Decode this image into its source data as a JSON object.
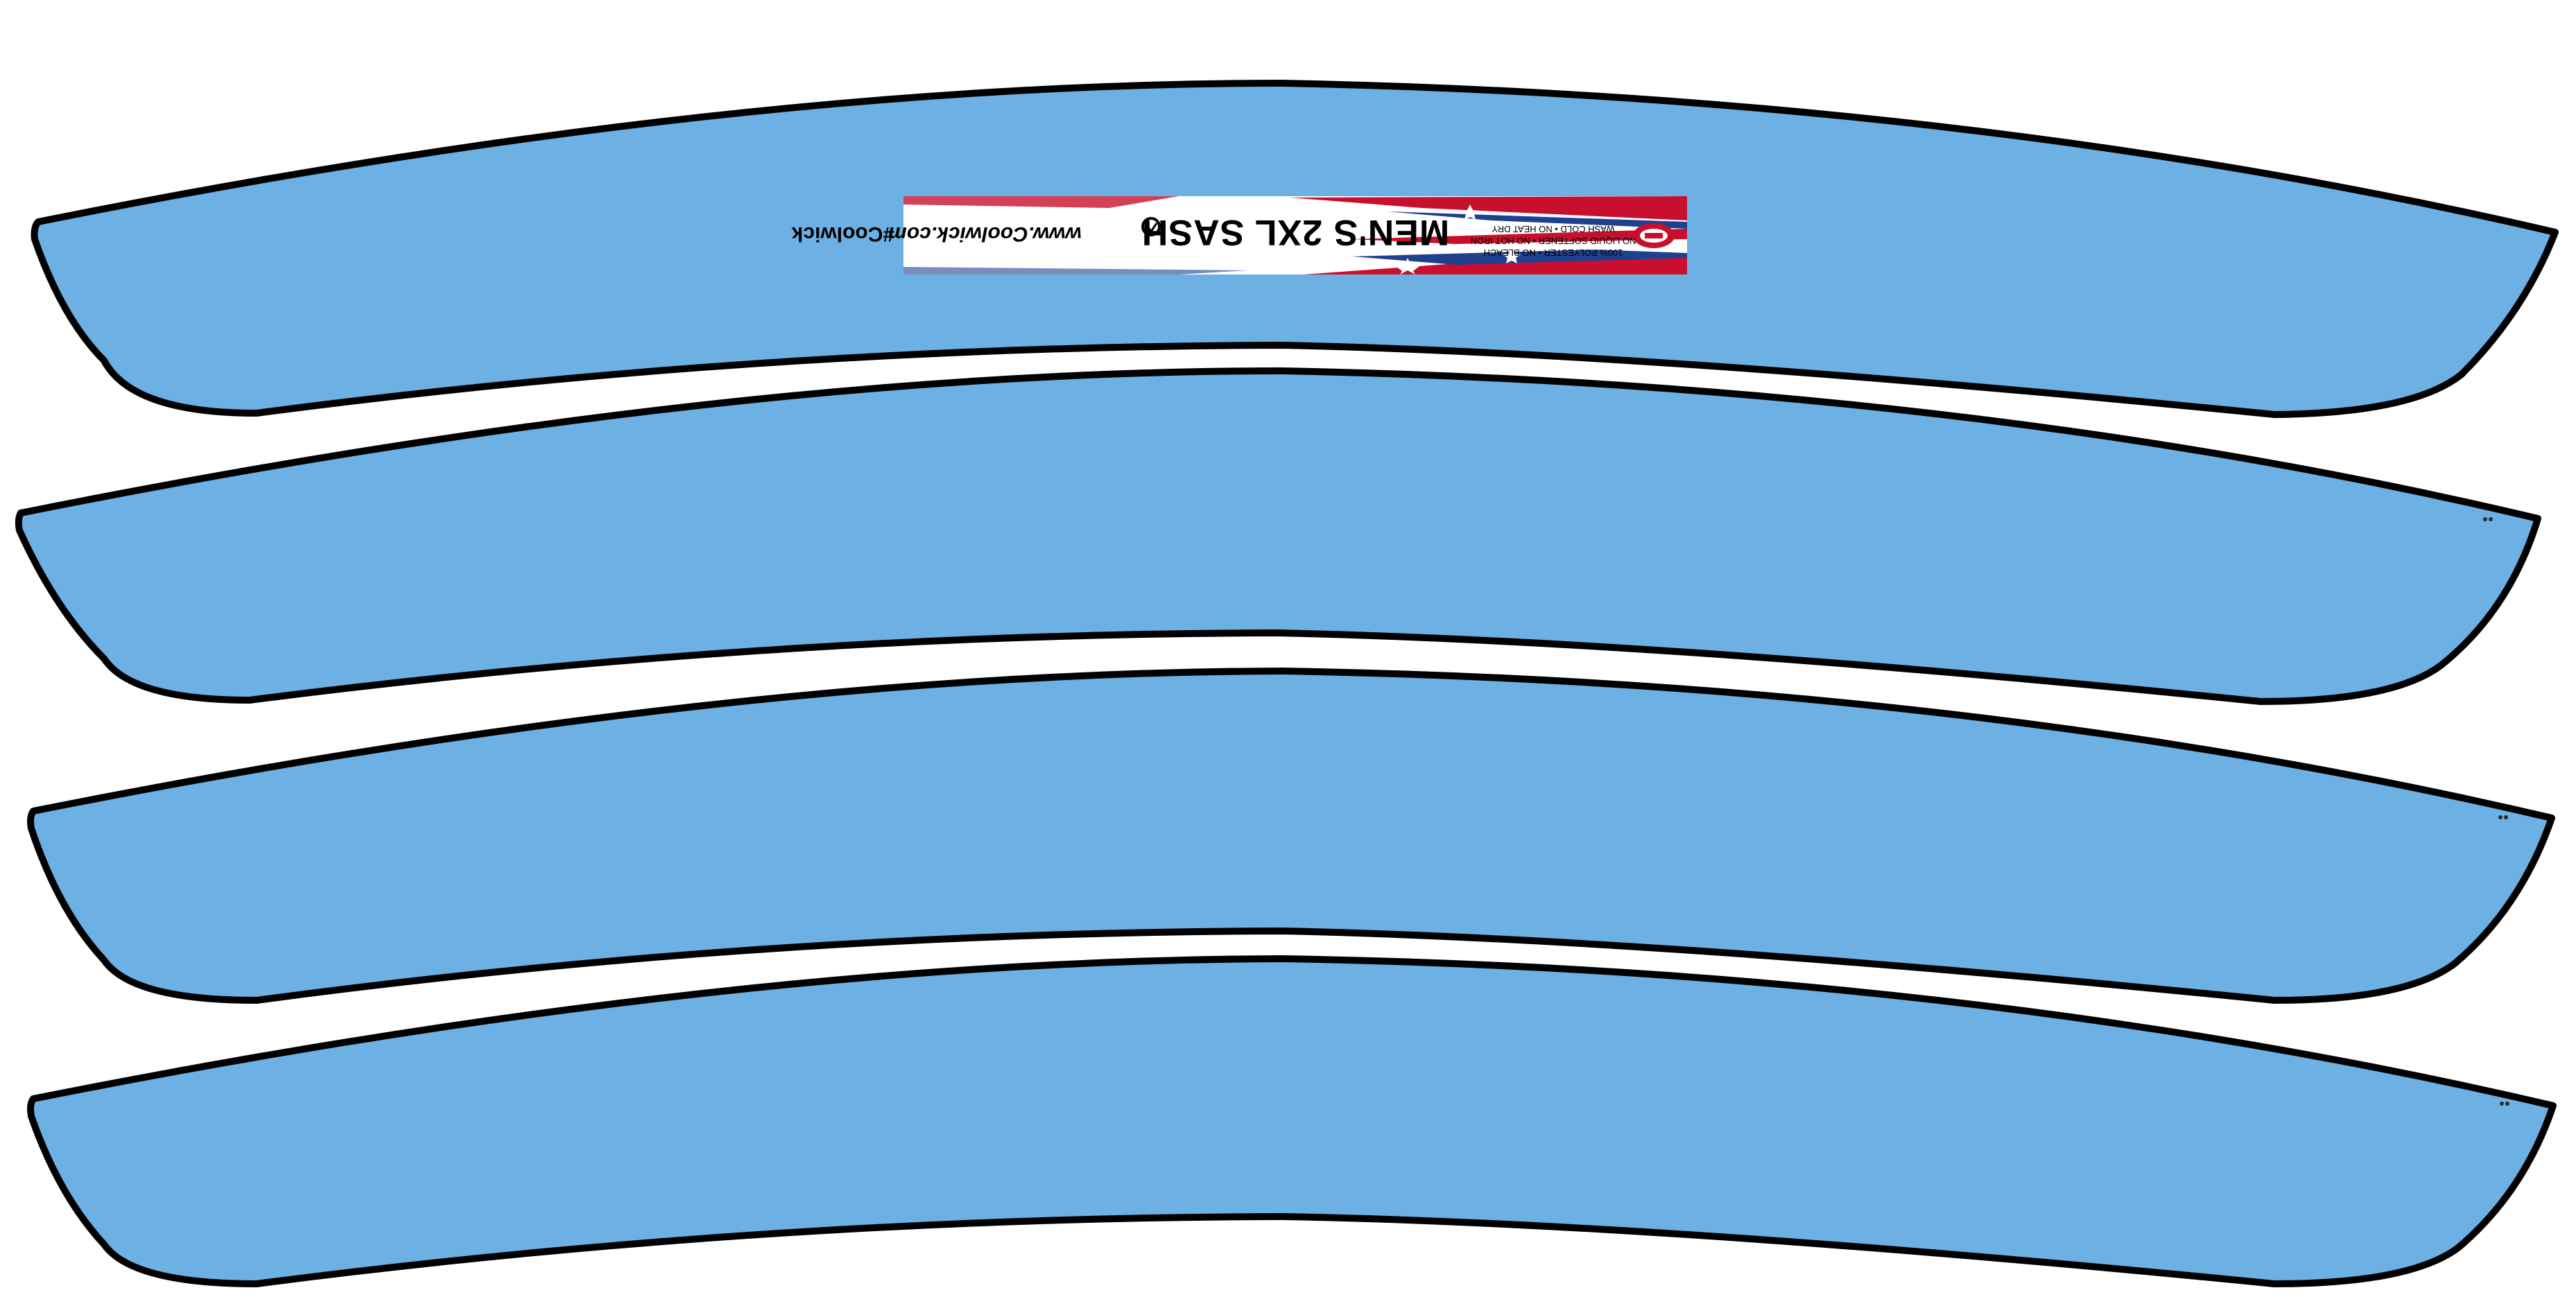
{
  "colors": {
    "background": "#ffffff",
    "panel_fill": "#6db0e3",
    "outline": "#000000",
    "flag_red": "#c8102e",
    "flag_blue": "#1f3f8f",
    "tag_bg": "#ffffff"
  },
  "panels": [
    {
      "name": "sash-panel-1",
      "has_label": true
    },
    {
      "name": "sash-panel-2",
      "has_label": false
    },
    {
      "name": "sash-panel-3",
      "has_label": false
    },
    {
      "name": "sash-panel-4",
      "has_label": false
    }
  ],
  "label": {
    "title": "MEN'S 2XL SASH",
    "care_line_1": "100% POLYESTER • NO BLEACH",
    "care_line_2": "NO LIQUID SOFTENER • NO HOT IRON",
    "care_line_3": "WASH COLD • NO HEAT DRY",
    "website": "www.Coolwick.com",
    "hashtag": "#Coolwick",
    "logo_icon": "coolwick-logo-icon",
    "brand_badge_icon": "flag-badge-icon",
    "flag_art": "stars-and-stripes-graphic"
  }
}
